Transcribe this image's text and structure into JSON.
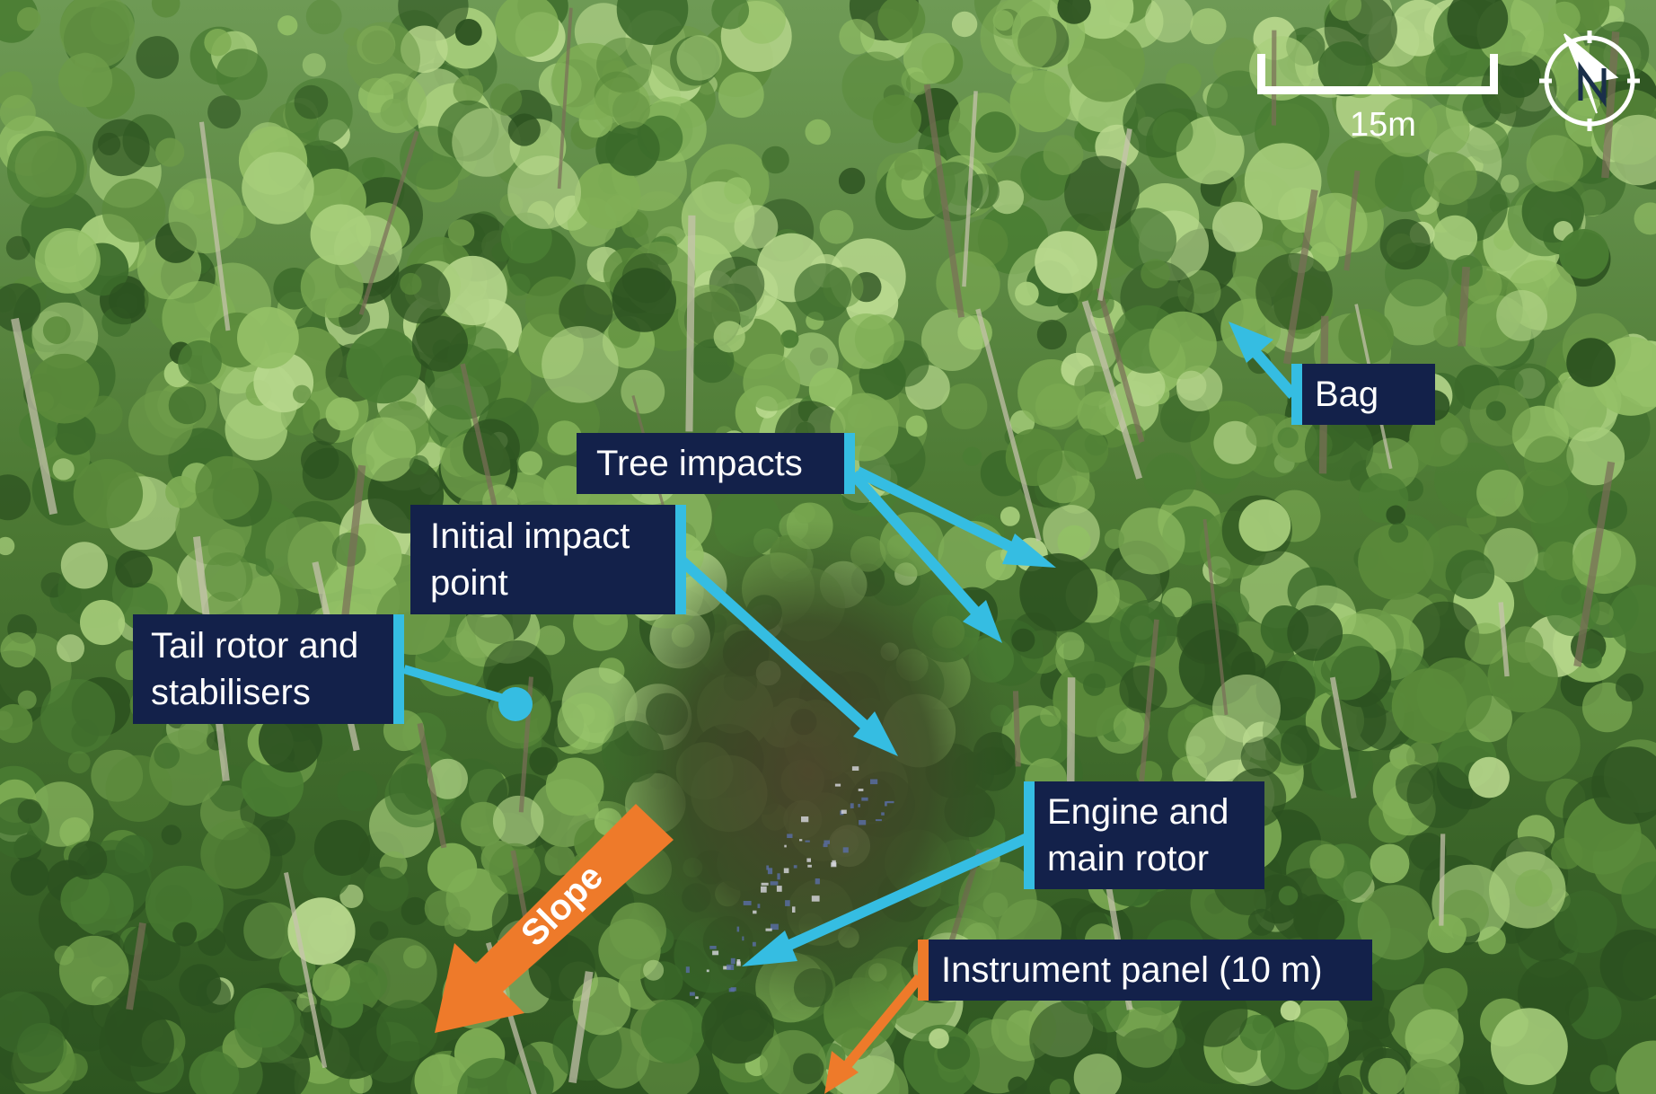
{
  "colors": {
    "label_bg": "#13214a",
    "label_text": "#ffffff",
    "accent_blue": "#35bde2",
    "accent_orange": "#ee7a2a",
    "foliage_dark": "#2c5220",
    "foliage_mid": "#5a8a3a",
    "foliage_light": "#9ec872"
  },
  "labels": {
    "bag": "Bag",
    "tree_impacts": "Tree impacts",
    "initial_impact": "Initial impact\npoint",
    "tail_rotor": "Tail rotor and\nstabilisers",
    "engine_rotor": "Engine and\nmain rotor",
    "instrument_panel": "Instrument panel (10 m)"
  },
  "scale_bar": {
    "label": "15m"
  },
  "slope": {
    "label": "Slope"
  },
  "icons": {
    "north": "north-arrow-icon",
    "scale": "scale-bar-icon"
  }
}
